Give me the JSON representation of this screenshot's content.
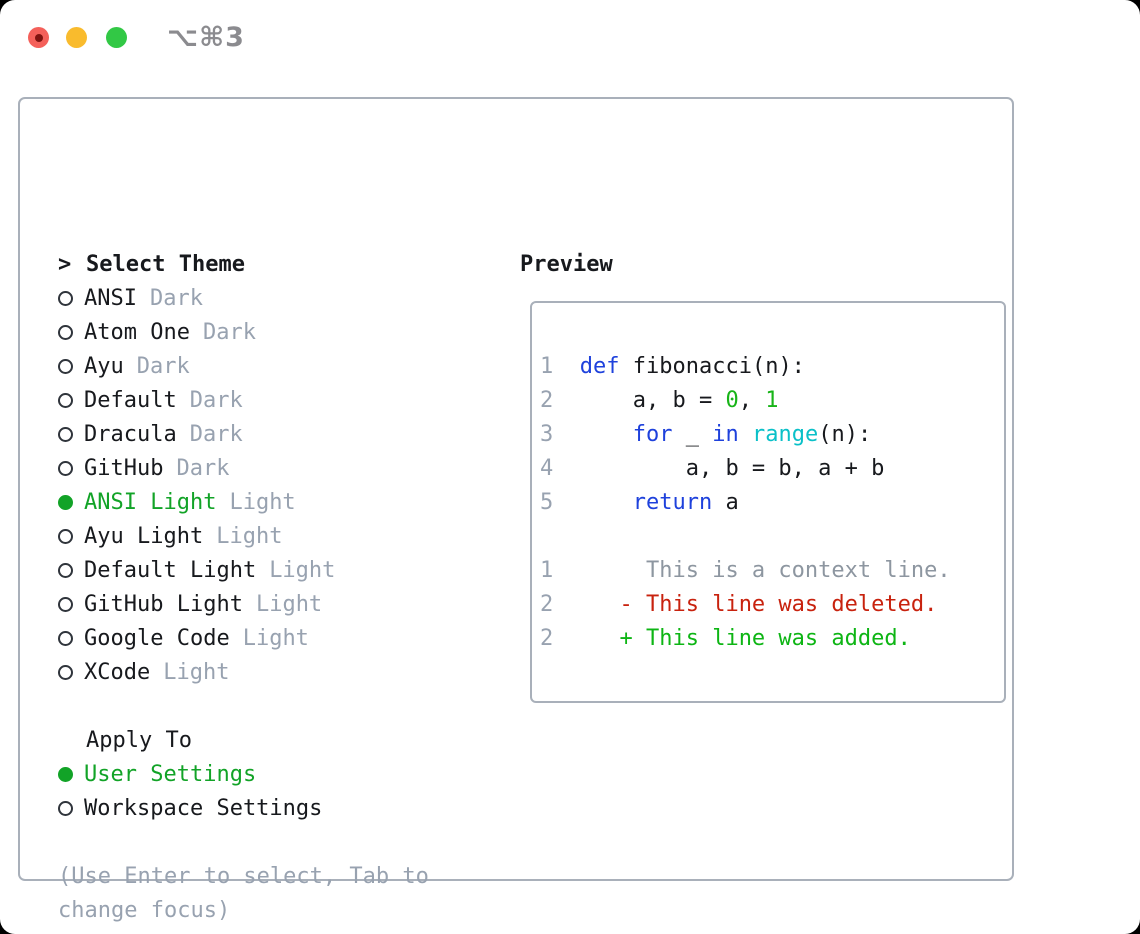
{
  "window": {
    "title": "⌥⌘3"
  },
  "select_theme": {
    "cursor": ">",
    "header": "Select Theme",
    "items": [
      {
        "name": "ANSI",
        "variant": "Dark",
        "selected": false
      },
      {
        "name": "Atom One",
        "variant": "Dark",
        "selected": false
      },
      {
        "name": "Ayu",
        "variant": "Dark",
        "selected": false
      },
      {
        "name": "Default",
        "variant": "Dark",
        "selected": false
      },
      {
        "name": "Dracula",
        "variant": "Dark",
        "selected": false
      },
      {
        "name": "GitHub",
        "variant": "Dark",
        "selected": false
      },
      {
        "name": "ANSI Light",
        "variant": "Light",
        "selected": true
      },
      {
        "name": "Ayu Light",
        "variant": "Light",
        "selected": false
      },
      {
        "name": "Default Light",
        "variant": "Light",
        "selected": false
      },
      {
        "name": "GitHub Light",
        "variant": "Light",
        "selected": false
      },
      {
        "name": "Google Code",
        "variant": "Light",
        "selected": false
      },
      {
        "name": "XCode",
        "variant": "Light",
        "selected": false
      }
    ]
  },
  "apply_to": {
    "header": "Apply To",
    "options": [
      {
        "label": "User Settings",
        "selected": true
      },
      {
        "label": "Workspace Settings",
        "selected": false
      }
    ]
  },
  "hints": [
    "(Use Enter to select, Tab to",
    "change focus)"
  ],
  "preview": {
    "header": "Preview",
    "code_lines": [
      {
        "num": "1",
        "tokens": [
          {
            "t": "def",
            "c": "kw"
          },
          {
            "t": " fibonacci(n):",
            "c": "pl"
          }
        ]
      },
      {
        "num": "2",
        "tokens": [
          {
            "t": "    a, b = ",
            "c": "pl"
          },
          {
            "t": "0",
            "c": "lit"
          },
          {
            "t": ", ",
            "c": "pl"
          },
          {
            "t": "1",
            "c": "lit"
          }
        ]
      },
      {
        "num": "3",
        "tokens": [
          {
            "t": "    ",
            "c": "pl"
          },
          {
            "t": "for",
            "c": "kw"
          },
          {
            "t": " _ ",
            "c": "pl"
          },
          {
            "t": "in",
            "c": "kw"
          },
          {
            "t": " ",
            "c": "pl"
          },
          {
            "t": "range",
            "c": "fn"
          },
          {
            "t": "(n):",
            "c": "pl"
          }
        ]
      },
      {
        "num": "4",
        "tokens": [
          {
            "t": "        a, b = b, a + b",
            "c": "pl"
          }
        ]
      },
      {
        "num": "5",
        "tokens": [
          {
            "t": "    ",
            "c": "pl"
          },
          {
            "t": "return",
            "c": "kw"
          },
          {
            "t": " a",
            "c": "pl"
          }
        ]
      },
      {
        "num": "",
        "tokens": []
      },
      {
        "num": "1",
        "tokens": [
          {
            "t": "     This is a context line.",
            "c": "ctx"
          }
        ]
      },
      {
        "num": "2",
        "tokens": [
          {
            "t": "   - This line was deleted.",
            "c": "del"
          }
        ]
      },
      {
        "num": "2",
        "tokens": [
          {
            "t": "   + This line was added.",
            "c": "add"
          }
        ]
      }
    ]
  },
  "colors": {
    "selection_green": "#12a327",
    "keyword_blue": "#1e41dc",
    "builtin_cyan": "#0ac0c8",
    "literal_green": "#18b418",
    "added_green": "#0db514",
    "deleted_red": "#c8220e",
    "muted_gray": "#98a2b0",
    "border_gray": "#a9b0ba",
    "traffic_red": "#f4605a",
    "traffic_yellow": "#f9bb2d",
    "traffic_green": "#32c845"
  }
}
